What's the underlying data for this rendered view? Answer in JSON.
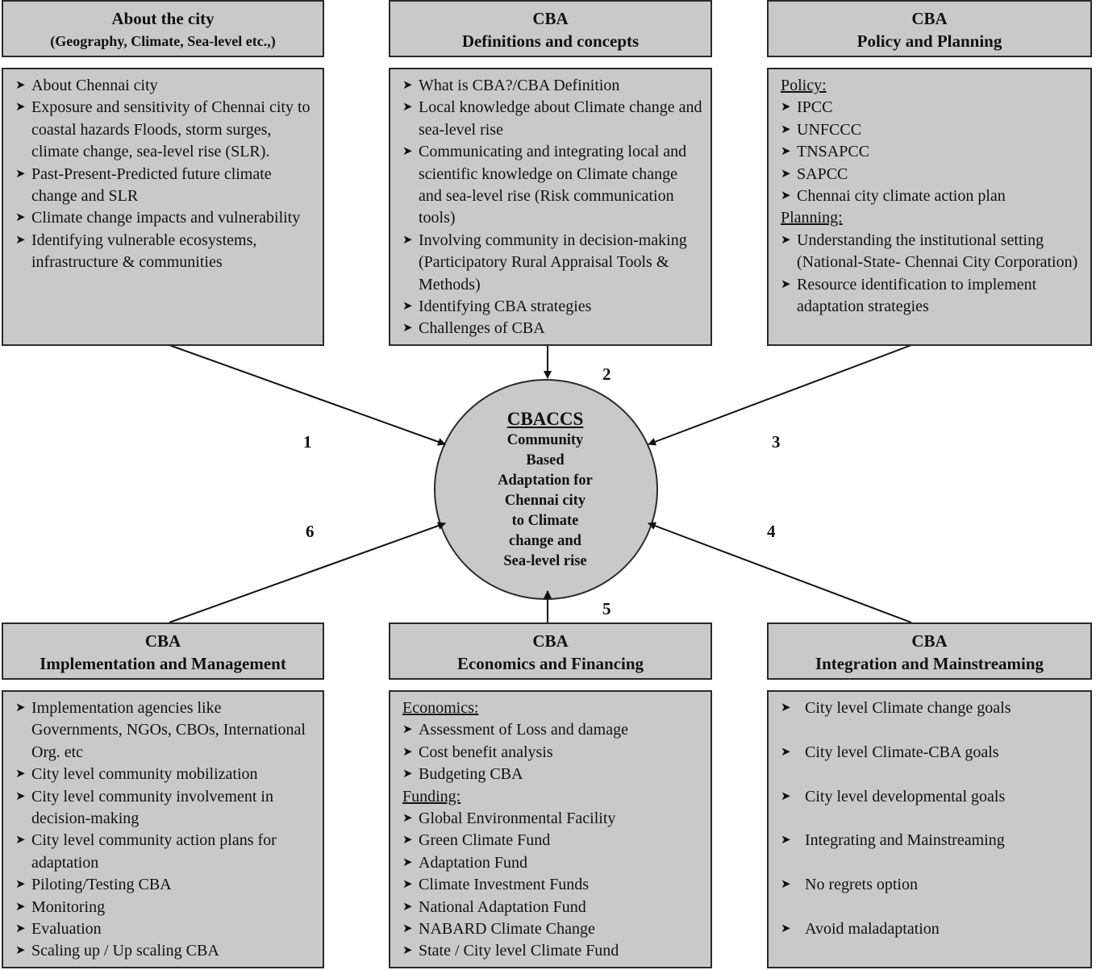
{
  "center": {
    "title": "CBACCS",
    "lines": [
      "Community",
      "Based",
      "Adaptation for",
      "Chennai city",
      "to Climate",
      "change and",
      "Sea-level rise"
    ]
  },
  "arrow_labels": [
    "1",
    "2",
    "3",
    "4",
    "5",
    "6"
  ],
  "b1": {
    "title": [
      "About the city",
      "(Geography, Climate, Sea-level etc.,)"
    ],
    "items": [
      "About Chennai city",
      "Exposure and sensitivity of Chennai city to coastal hazards Floods, storm surges, climate change, sea-level rise (SLR).",
      "Past-Present-Predicted future climate change and SLR",
      "Climate change impacts and vulnerability",
      "Identifying vulnerable ecosystems, infrastructure & communities"
    ]
  },
  "b2": {
    "title": [
      "CBA",
      "Definitions and concepts"
    ],
    "items": [
      "What is CBA?/CBA Definition",
      "Local knowledge about Climate change and sea-level rise",
      "Communicating and integrating local and scientific knowledge on Climate change and sea-level rise (Risk communication tools)",
      "Involving community in decision-making (Participatory Rural Appraisal Tools & Methods)",
      "Identifying CBA strategies",
      "Challenges of CBA"
    ]
  },
  "b3": {
    "title": [
      "CBA",
      "Policy and Planning"
    ],
    "sec1": "Policy:",
    "items1": [
      "IPCC",
      "UNFCCC",
      "TNSAPCC",
      "SAPCC",
      "Chennai city climate action plan"
    ],
    "sec2": "Planning:",
    "items2": [
      "Understanding the institutional setting (National-State- Chennai City Corporation)",
      "Resource identification to implement adaptation strategies"
    ]
  },
  "b4": {
    "title": [
      "CBA",
      "Implementation and Management"
    ],
    "items": [
      "Implementation agencies like Governments, NGOs, CBOs, International Org. etc",
      "City level community mobilization",
      "City level community involvement in decision-making",
      "City level community action plans for adaptation",
      "Piloting/Testing CBA",
      "Monitoring",
      "Evaluation",
      "Scaling up / Up scaling CBA"
    ]
  },
  "b5": {
    "title": [
      "CBA",
      "Economics and Financing"
    ],
    "sec1": "Economics:",
    "items1": [
      "Assessment of Loss and damage",
      "Cost benefit analysis",
      "Budgeting CBA"
    ],
    "sec2": "Funding:",
    "items2": [
      "Global Environmental Facility",
      "Green Climate Fund",
      "Adaptation Fund",
      "Climate Investment Funds",
      "National Adaptation Fund",
      "NABARD Climate Change",
      "State / City level Climate Fund"
    ]
  },
  "b6": {
    "title": [
      "CBA",
      "Integration and Mainstreaming"
    ],
    "items": [
      "City level Climate change goals",
      "City level Climate-CBA goals",
      "City level developmental goals",
      "Integrating and Mainstreaming",
      "No regrets option",
      "Avoid maladaptation"
    ]
  }
}
